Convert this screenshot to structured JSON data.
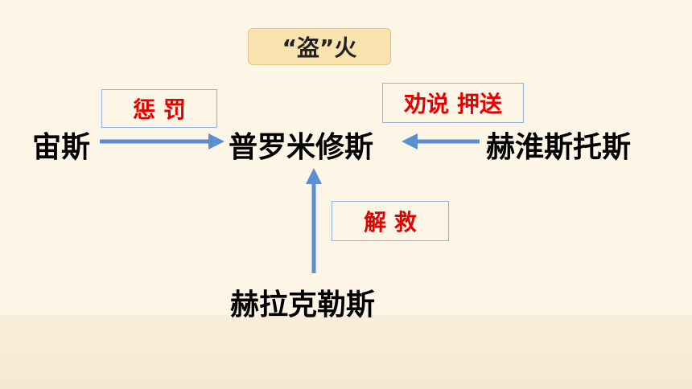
{
  "title": "“盗”火",
  "nodes": {
    "zeus": "宙斯",
    "prometheus": "普罗米修斯",
    "hephaestus": "赫淮斯托斯",
    "heracles": "赫拉克勒斯"
  },
  "relations": {
    "punish": "惩 罚",
    "persuade_escort": "劝说 押送",
    "rescue": "解 救"
  },
  "colors": {
    "arrow": "#5b8fd0",
    "relation_text": "#e60000",
    "title_bg": "#fbe3b0",
    "background": "#fdf6e6"
  }
}
